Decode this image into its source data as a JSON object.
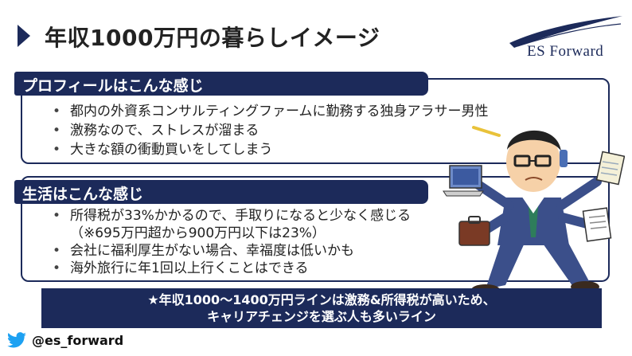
{
  "title": "年収1000万円の暮らしイメージ",
  "logo": {
    "text": "ES Forward"
  },
  "profile": {
    "heading": "プロフィールはこんな感じ",
    "items": [
      "都内の外資系コンサルティングファームに勤務する独身アラサー男性",
      "激務なので、ストレスが溜まる",
      "大きな額の衝動買いをしてしまう"
    ]
  },
  "life": {
    "heading": "生活はこんな感じ",
    "items": [
      "所得税が33%かかるので、手取りになると少なく感じる",
      "（※695万円超から900万円以下は23%）",
      "会社に福利厚生がない場合、幸福度は低いかも",
      "海外旅行に年1回以上行くことはできる"
    ]
  },
  "banner": {
    "line1": "★年収1000～1400万円ラインは激務&所得税が高いため、",
    "line2": "キャリアチェンジを選ぶ人も多いライン"
  },
  "social": {
    "handle": "@es_forward",
    "icon": "twitter-bird-icon",
    "icon_color": "#1da1f2"
  },
  "colors": {
    "navy": "#1c2a5a",
    "text": "#222222"
  }
}
